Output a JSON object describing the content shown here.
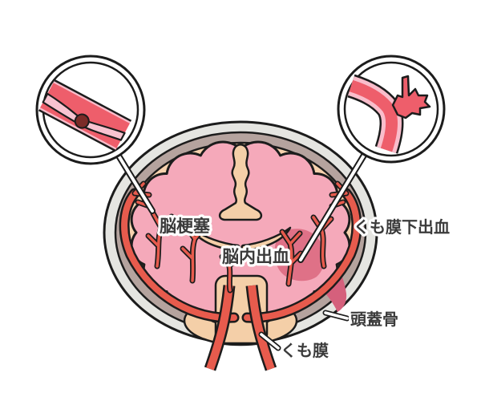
{
  "illustration": {
    "labels": {
      "cerebral_infarction": "脳梗塞",
      "intracerebral_hemorrhage": "脳内出血",
      "subarachnoid_hemorrhage": "くも膜下出血",
      "skull": "頭蓋骨",
      "arachnoid_membrane": "くも膜"
    },
    "icons": {
      "left_magnifier": "occluded-artery-with-clot-icon",
      "right_magnifier": "ruptured-artery-bleeding-icon"
    },
    "colors": {
      "brain_pink": "#f5a9ba",
      "skull_gray": "#e5e5e1",
      "dura_brown": "#b5a39e",
      "csf_peach": "#f7d2ae",
      "ventricle_beige": "#f4cfa8",
      "artery_red": "#e75b4d",
      "vessel_red": "#ee5e6b",
      "vessel_wall_pink": "#f9bdcb",
      "vessel_lumen_pink": "#f8c3d0",
      "clot_dark": "#7b2b28",
      "hemorrhage_rose": "#df7187",
      "hemorrhage_deep": "#d5607c",
      "outline_black": "#1c1c1c",
      "label_text": "#3b3b3b"
    }
  }
}
